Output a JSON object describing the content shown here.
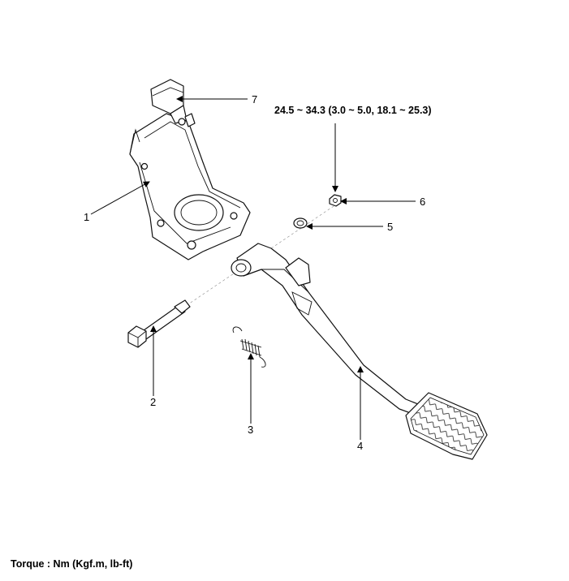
{
  "torque_spec": "24.5 ~ 34.3 (3.0 ~ 5.0, 18.1 ~ 25.3)",
  "caption": "Torque : Nm (Kgf.m, lb-ft)",
  "callouts": [
    "1",
    "2",
    "3",
    "4",
    "5",
    "6",
    "7"
  ]
}
